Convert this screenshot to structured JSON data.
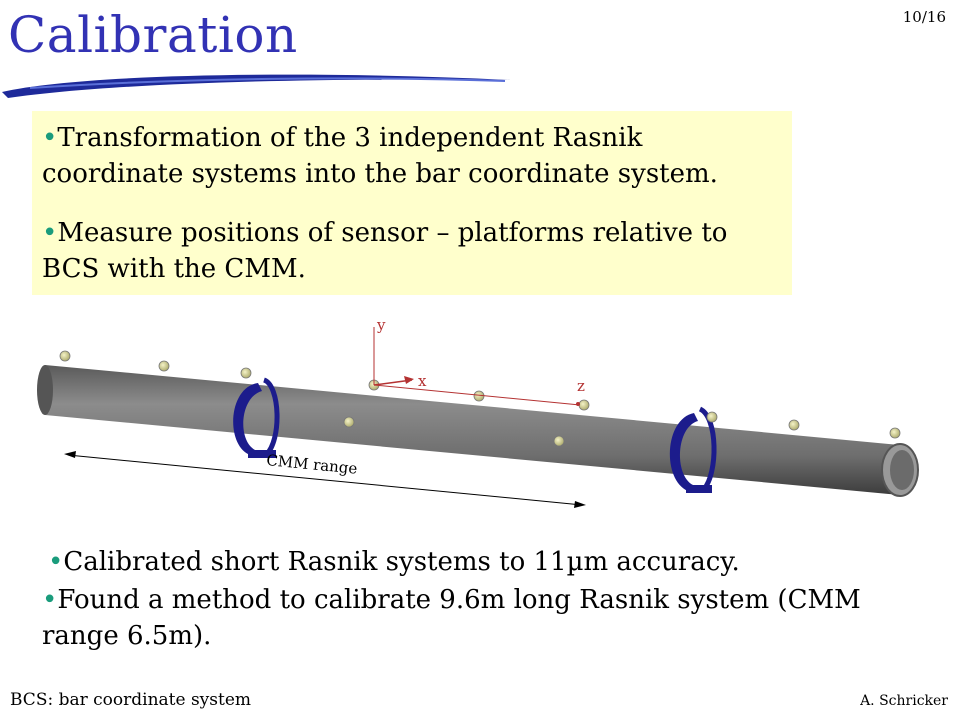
{
  "slide": {
    "title": "Calibration",
    "page_number": "10/16",
    "bullets_top": [
      "Transformation of the 3 independent Rasnik coordinate systems into the bar coordinate system.",
      "Measure positions of sensor – platforms relative to BCS with the CMM."
    ],
    "figure": {
      "axis_y": "y",
      "axis_x": "x",
      "axis_z": "z",
      "range_label": "CMM range"
    },
    "bullets_bottom": [
      "Calibrated short Rasnik systems to 11µm accuracy.",
      "Found a method to calibrate 9.6m long Rasnik system (CMM range 6.5m)."
    ],
    "footer_left": "BCS: bar coordinate system",
    "footer_right": "A. Schricker"
  },
  "colors": {
    "title": "#3232b4",
    "bullet": "#1a9c7c",
    "highlight_box": "#ffffcc",
    "ring": "#1c1c8c",
    "axes": "#b43232"
  }
}
